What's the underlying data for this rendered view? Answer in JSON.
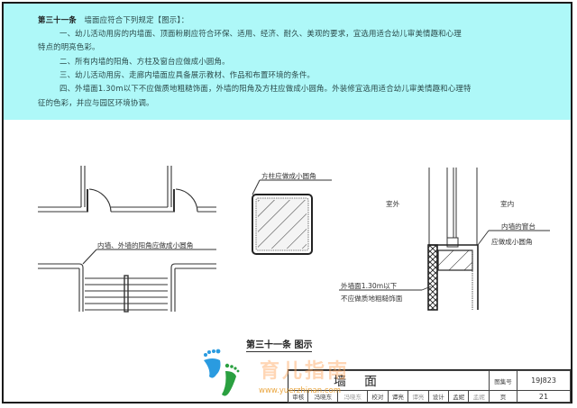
{
  "clause": {
    "heading": "第三十一条",
    "heading_rest": "墙面应符合下列规定【图示】：",
    "items": [
      "一、幼儿活动用房的内墙面、顶面粉刷应符合环保、适用、经济、耐久、美观的要求，宜选用适合幼儿审美情趣和心理",
      "特点的明亮色彩。",
      "二、所有内墙的阳角、方柱及窗台应做成小圆角。",
      "三、幼儿活动用房、走廊内墙面应具备展示教材、作品和布置环境的条件。",
      "四、外墙面1.30m以下不应做质地粗糙饰面，外墙的阳角及方柱应做成小圆角。外装修宜选用适合幼儿审美情趣和心理特",
      "征的色彩，并应与园区环境协调。"
    ]
  },
  "figures": {
    "plan_label": "内墙、外墙的阳角应做成小圆角",
    "column_label": "方柱应做成小圆角",
    "outside_label": "室外",
    "inside_label": "室内",
    "sill_label_1": "内墙的窗台",
    "sill_label_2": "应做成小圆角",
    "exterior_label_1": "外墙面1.30m以下",
    "exterior_label_2": "不应做质地粗糙饰面",
    "caption": "第三十一条 图示"
  },
  "title_block": {
    "title": "墙面",
    "atlas_label": "图集号",
    "atlas_no": "19J823",
    "review_label": "审核",
    "reviewer": "冯晓东",
    "review_sig": "冯晓东",
    "check_label": "校对",
    "checker": "谭亮",
    "check_sig": "谭亮",
    "design_label": "设计",
    "designer": "孟妮",
    "design_sig": "孟妮",
    "page_label": "页",
    "page_no": "21"
  },
  "watermark": {
    "name": "育儿指南",
    "url": "www.yuerzhinan.com"
  },
  "colors": {
    "panel": "#aef8f8",
    "frame": "#1a1a1a"
  }
}
